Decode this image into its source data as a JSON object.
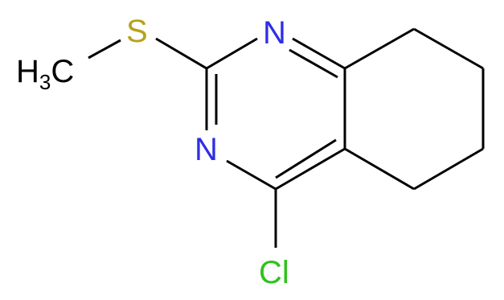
{
  "molecule": {
    "atoms": {
      "methyl": {
        "label": "H",
        "subscript": "3",
        "suffix": "C",
        "color": "#000000"
      },
      "sulfur": {
        "label": "S",
        "color": "#b5a21c"
      },
      "n1": {
        "label": "N",
        "color": "#2e2ee6"
      },
      "n3": {
        "label": "N",
        "color": "#2e2ee6"
      },
      "chlorine": {
        "label": "Cl",
        "color": "#2fc21c"
      }
    },
    "bond_color": "#000000"
  }
}
